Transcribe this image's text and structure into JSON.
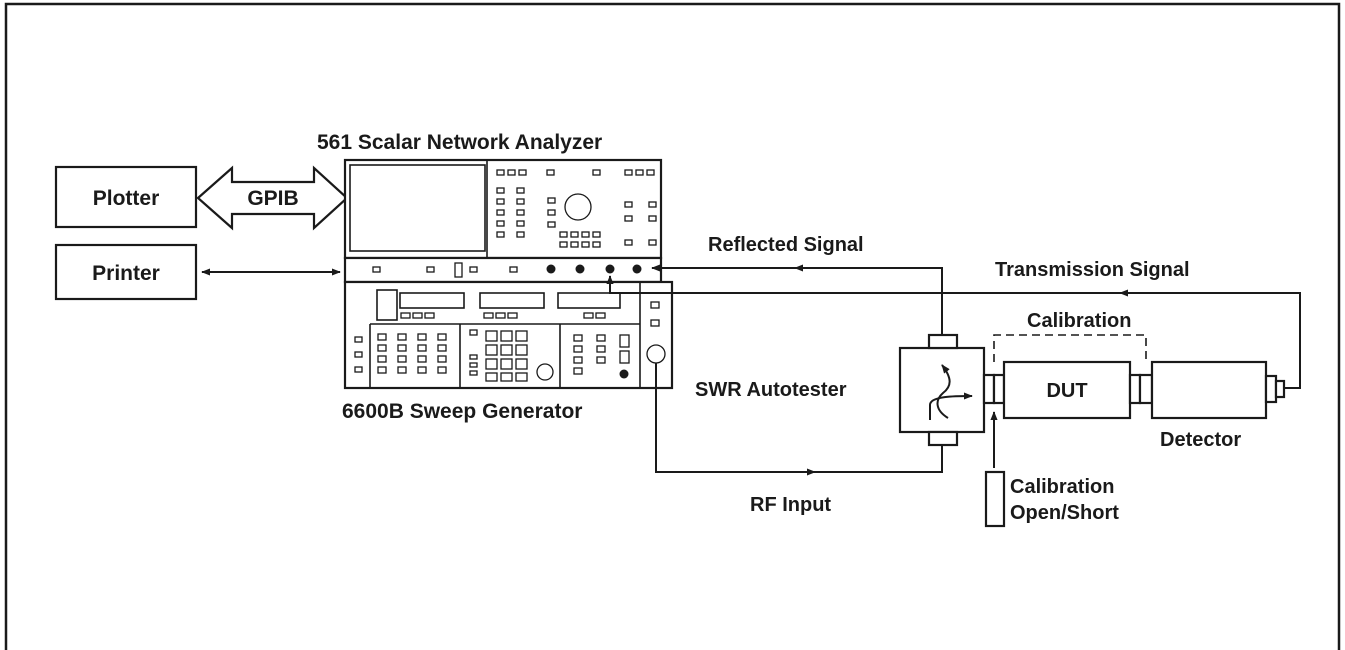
{
  "labels": {
    "plotter": "Plotter",
    "printer": "Printer",
    "gpib": "GPIB",
    "analyzer": "561 Scalar Network Analyzer",
    "generator": "6600B Sweep Generator",
    "reflected": "Reflected Signal",
    "transmission": "Transmission Signal",
    "calibration": "Calibration",
    "dut": "DUT",
    "swr": "SWR Autotester",
    "detector": "Detector",
    "rf_input": "RF Input",
    "cal_open_line1": "Calibration",
    "cal_open_line2": "Open/Short"
  },
  "colors": {
    "ink": "#1a1a1a",
    "paper": "#ffffff"
  }
}
